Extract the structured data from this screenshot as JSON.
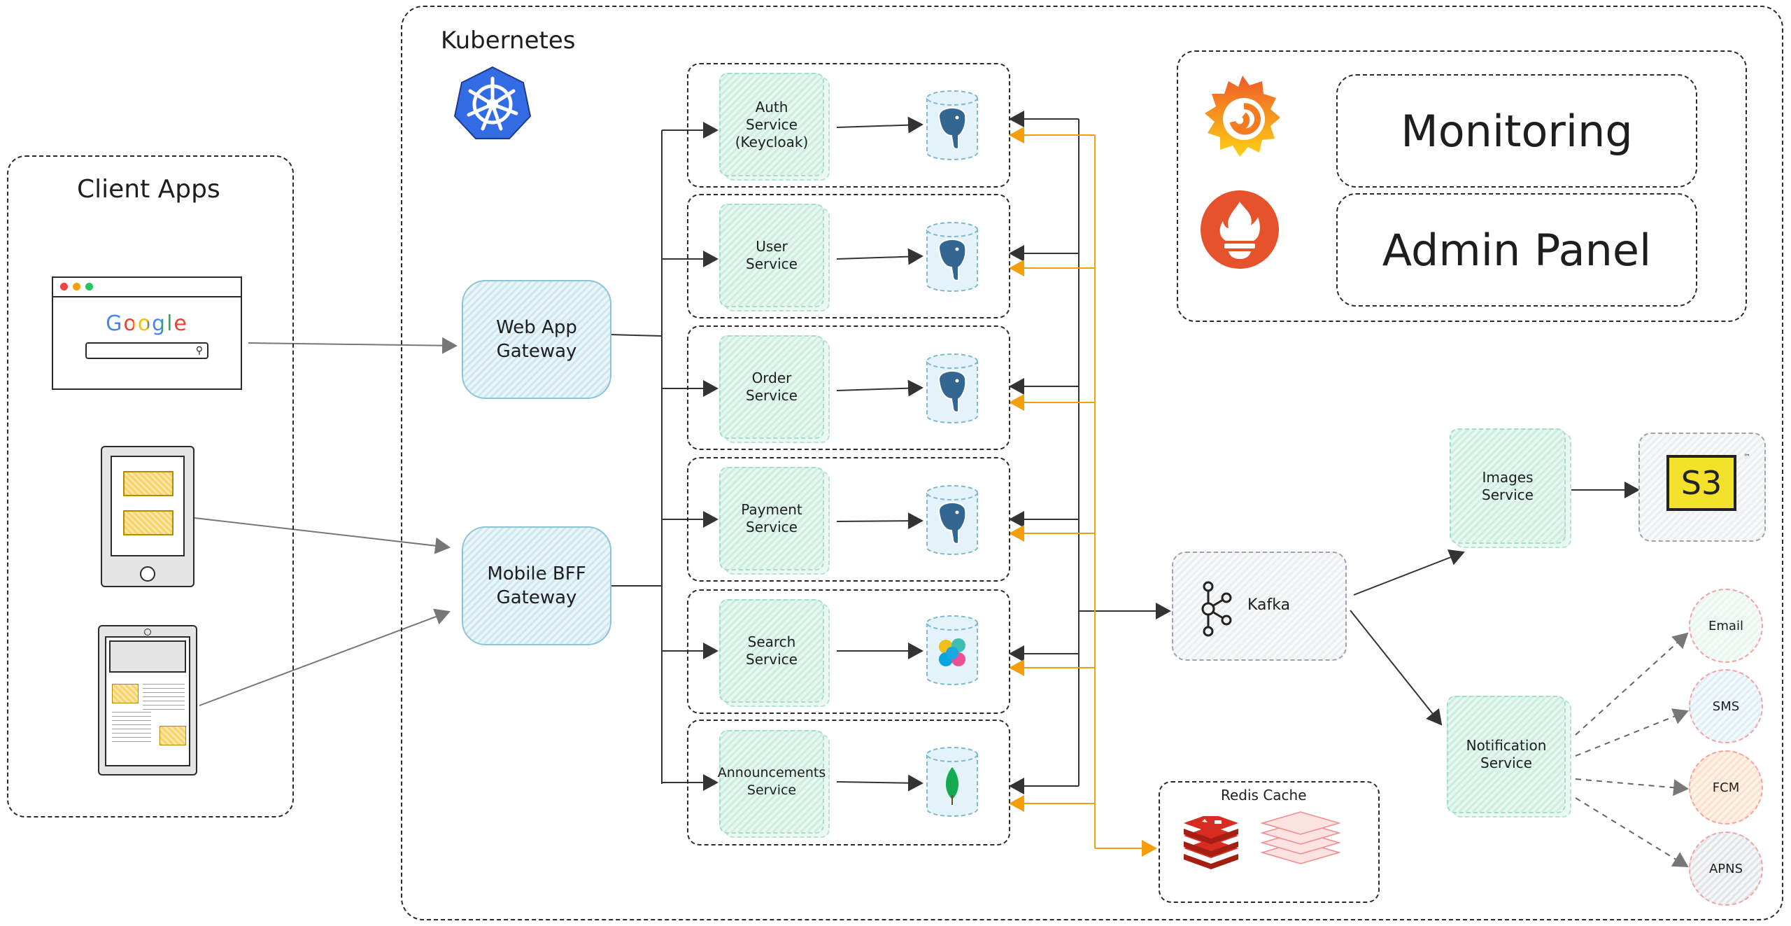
{
  "client": {
    "title": "Client Apps",
    "google_logo": "Google"
  },
  "k8s": {
    "title": "Kubernetes"
  },
  "gateways": {
    "web": "Web App\nGateway",
    "mobile": "Mobile BFF\nGateway"
  },
  "services": [
    {
      "label": "Auth\nService\n(Keycloak)",
      "db_icon": "postgres-icon"
    },
    {
      "label": "User\nService",
      "db_icon": "postgres-icon"
    },
    {
      "label": "Order\nService",
      "db_icon": "postgres-icon"
    },
    {
      "label": "Payment\nService",
      "db_icon": "postgres-icon"
    },
    {
      "label": "Search\nService",
      "db_icon": "elasticsearch-icon"
    },
    {
      "label": "Announcements\nService",
      "db_icon": "mongodb-icon"
    }
  ],
  "monitoring": {
    "monitoring_label": "Monitoring",
    "admin_label": "Admin Panel"
  },
  "kafka": {
    "label": "Kafka"
  },
  "redis": {
    "title": "Redis Cache"
  },
  "images": {
    "label": "Images\nService"
  },
  "s3": {
    "label": "S3"
  },
  "notification": {
    "label": "Notification\nService"
  },
  "channels": {
    "email": "Email",
    "sms": "SMS",
    "fcm": "FCM",
    "apns": "APNS"
  },
  "colors": {
    "orange_arrow": "#f59e0b",
    "service_green": "#cdeee0",
    "gateway_blue": "#cfe8f0",
    "k8s_blue": "#326ce5"
  }
}
